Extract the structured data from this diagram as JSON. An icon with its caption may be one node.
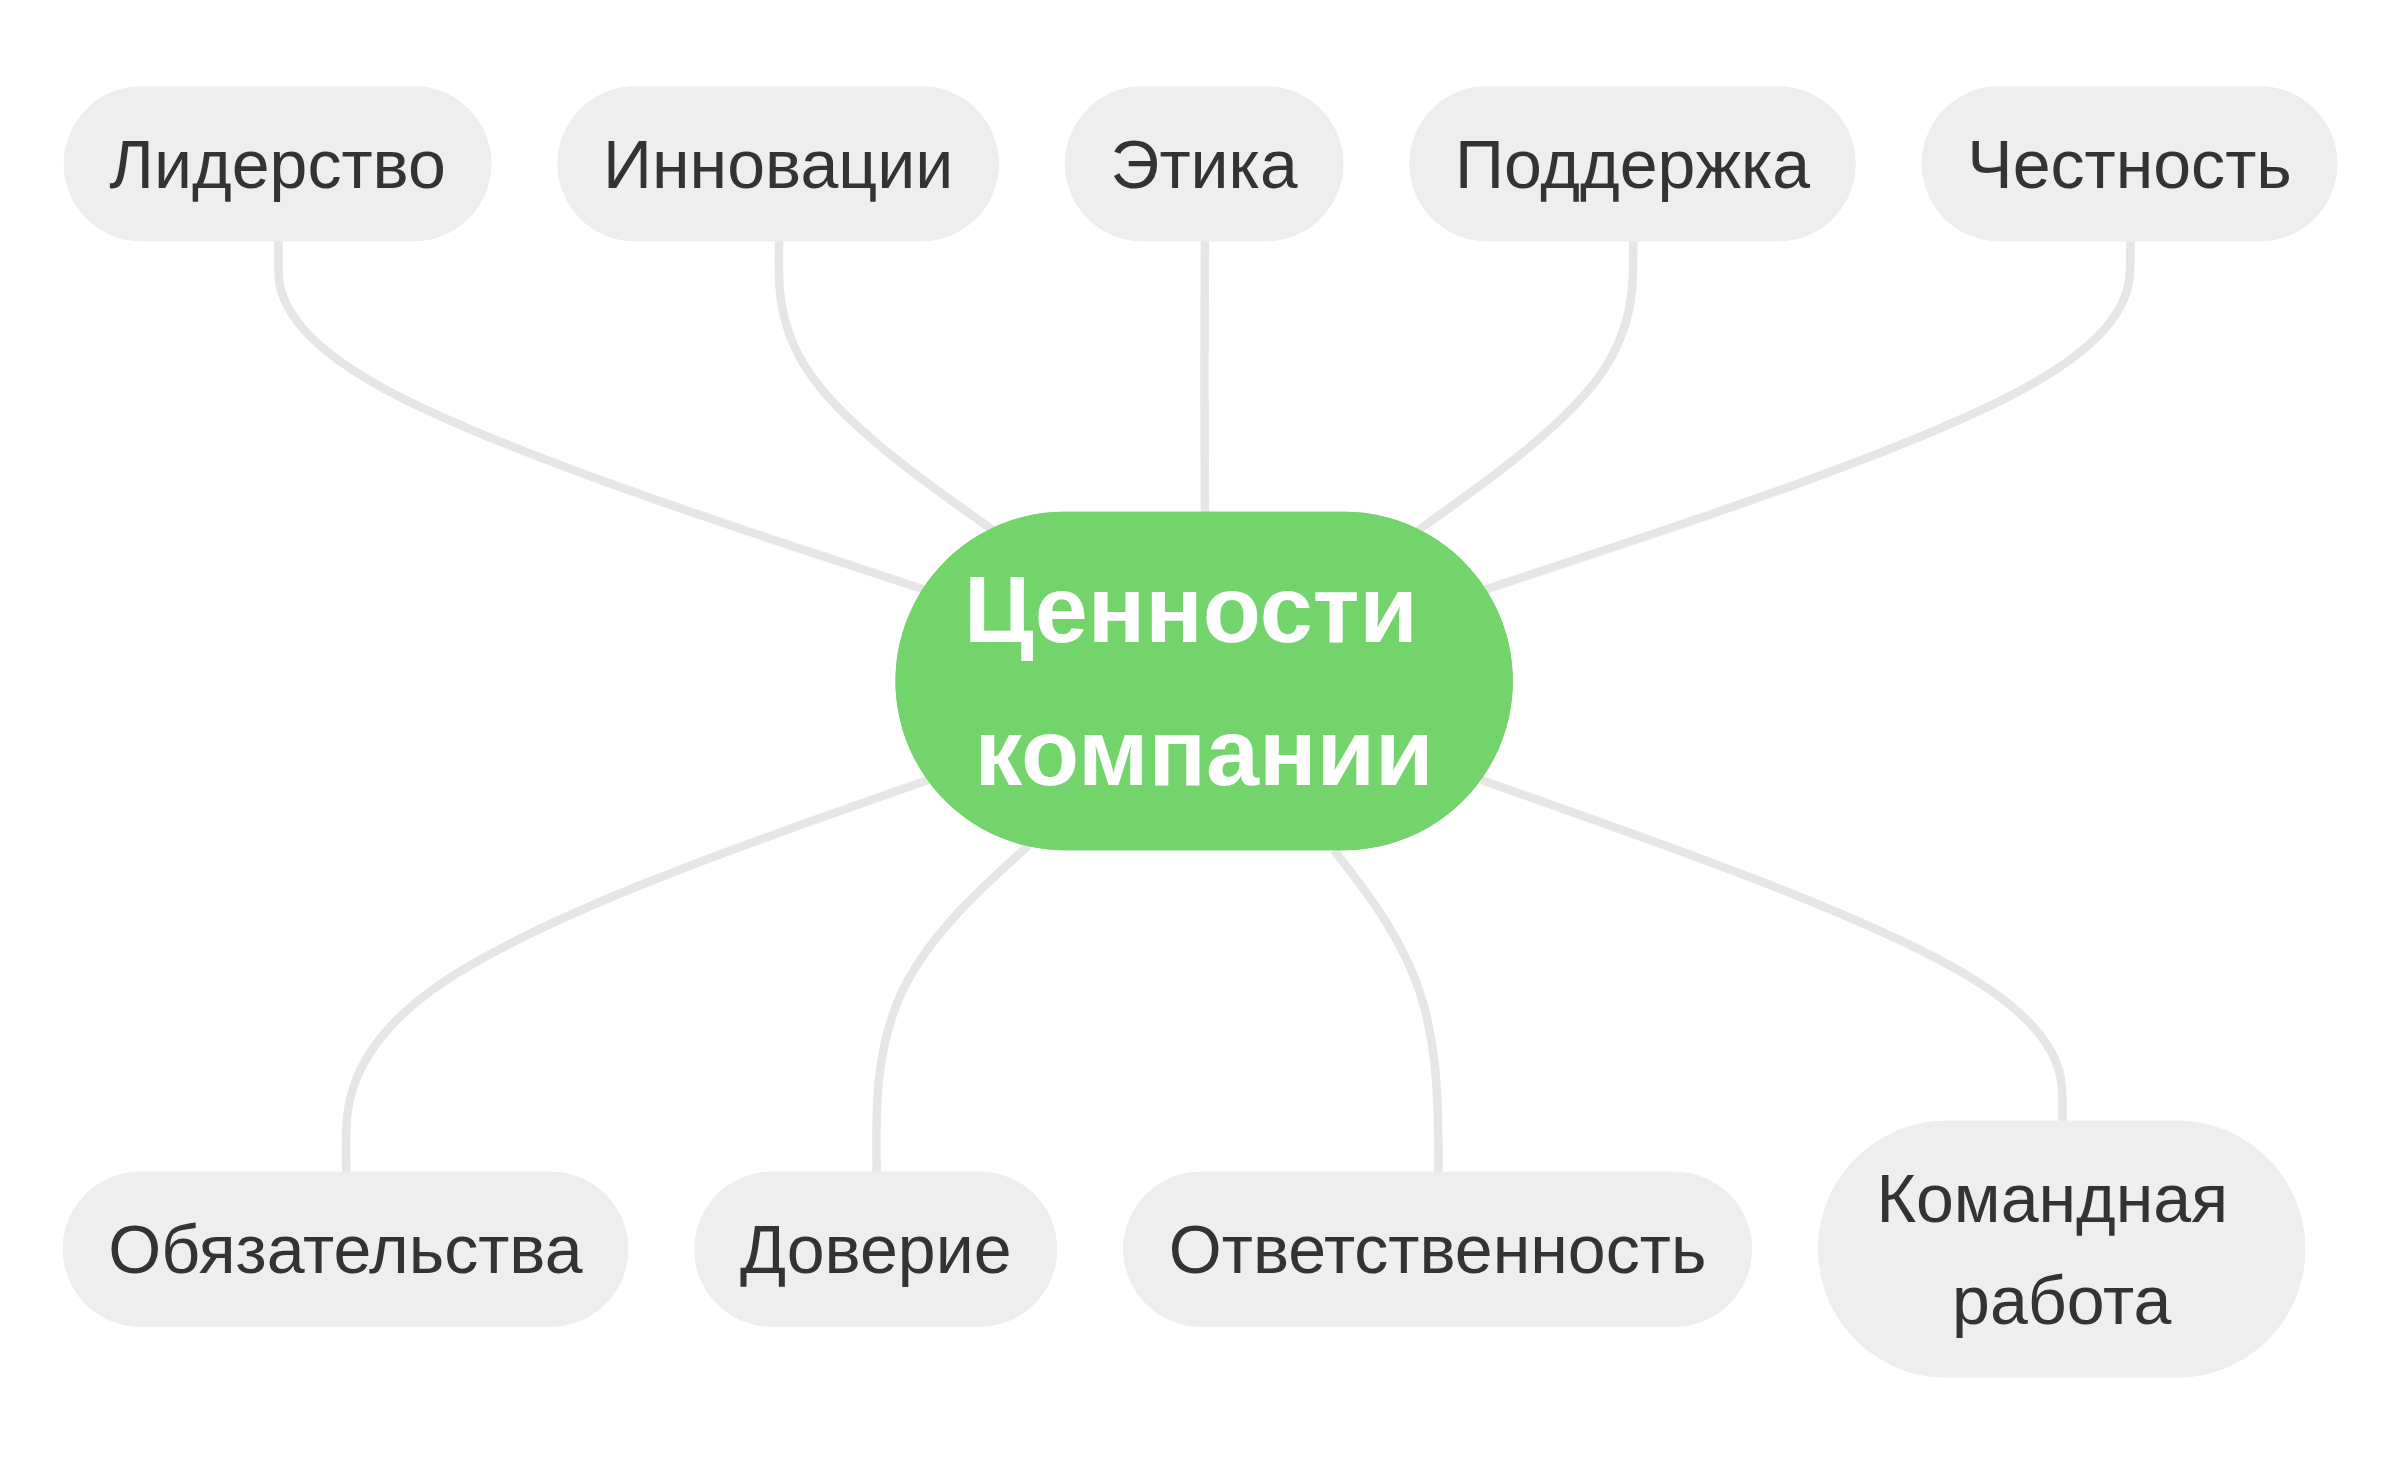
{
  "diagram": {
    "nodes": [
      {
        "text": [
          "Лидерство"
        ]
      },
      {
        "text": [
          "Инновации"
        ]
      },
      {
        "text": [
          "Этика"
        ]
      },
      {
        "text": [
          "Поддержка"
        ]
      },
      {
        "text": [
          "Честность"
        ]
      },
      {
        "text": [
          "Ценности компании"
        ]
      },
      {
        "text": [
          "Обязательства"
        ]
      },
      {
        "text": [
          "Доверие"
        ]
      },
      {
        "text": [
          "Ответственность"
        ]
      },
      {
        "text": [
          "Командная работа"
        ]
      }
    ],
    "edges": [
      {
        "from": 0,
        "to": 5,
        "arrow": "none"
      },
      {
        "from": 1,
        "to": 5,
        "arrow": "none"
      },
      {
        "from": 2,
        "to": 5,
        "arrow": "none"
      },
      {
        "from": 3,
        "to": 5,
        "arrow": "none"
      },
      {
        "from": 4,
        "to": 5,
        "arrow": "none"
      },
      {
        "from": 5,
        "to": 6,
        "arrow": "none"
      },
      {
        "from": 5,
        "to": 7,
        "arrow": "none"
      },
      {
        "from": 5,
        "to": 8,
        "arrow": "none"
      },
      {
        "from": 5,
        "to": 9,
        "arrow": "none"
      }
    ]
  }
}
